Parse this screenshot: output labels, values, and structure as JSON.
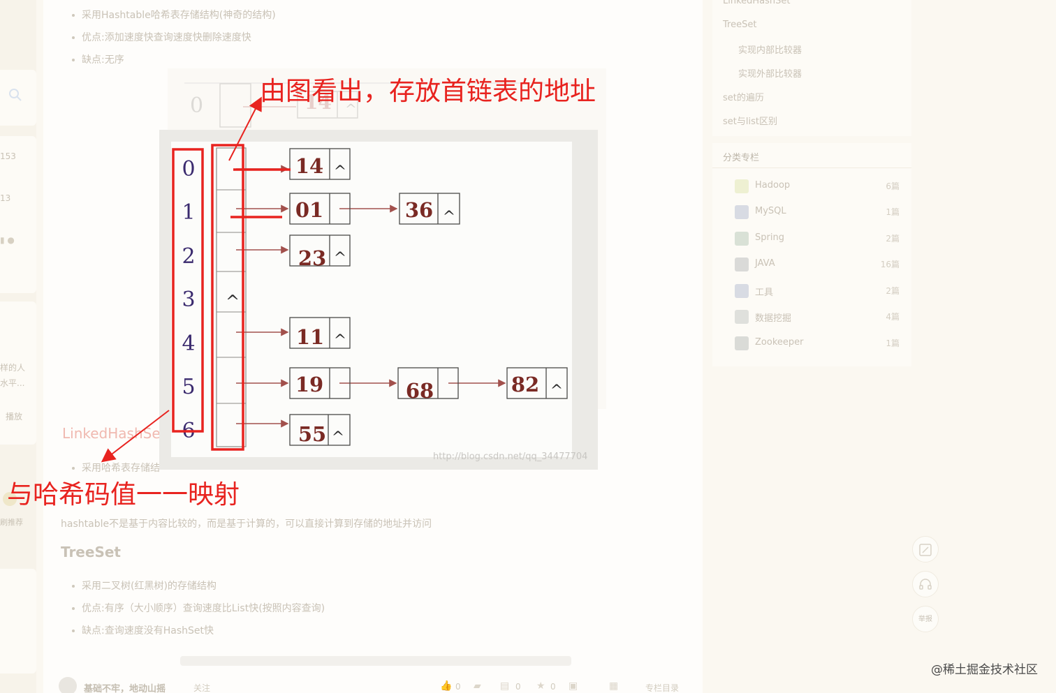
{
  "article": {
    "hashset_bullets": [
      "采用Hashtable哈希表存储结构(神奇的结构)",
      "优点:添加速度快查询速度快删除速度快",
      "缺点:无序"
    ],
    "linkedhashset_heading": "LinkedHashSe",
    "linkedhashset_bullet_fragment": "采用哈希表存储结",
    "note": "hashtable不是基于内容比较的，而是基于计算的，可以直接计算到存储的地址并访问",
    "treeset_heading": "TreeSet",
    "treeset_bullets": [
      "采用二叉树(红黑树)的存储结构",
      "优点:有序（大小顺序）查询速度比List快(按照内容查询)",
      "缺点:查询速度没有HashSet快"
    ]
  },
  "left_rail": {
    "text_a": "153",
    "text_b": "13",
    "text_c": "样的人",
    "text_d": "水平...",
    "text_e": "播放",
    "text_f": "刷推荐"
  },
  "sidebar": {
    "toc": [
      "LinkedHashSet",
      "TreeSet",
      "实现内部比较器",
      "实现外部比较器",
      "set的遍历",
      "set与list区别"
    ],
    "category_title": "分类专栏",
    "categories": [
      {
        "name": "Hadoop",
        "count": "6篇"
      },
      {
        "name": "MySQL",
        "count": "1篇"
      },
      {
        "name": "Spring",
        "count": "2篇"
      },
      {
        "name": "JAVA",
        "count": "16篇"
      },
      {
        "name": "工具",
        "count": "2篇"
      },
      {
        "name": "数据挖掘",
        "count": "4篇"
      },
      {
        "name": "Zookeeper",
        "count": "1篇"
      }
    ],
    "float_label": "举报"
  },
  "bottom_bar": {
    "author": "基础不牢，地动山摇",
    "follow": "关注",
    "like_count": "0",
    "comment_count": "0",
    "collect_count": "0",
    "toc_label": "专栏目录"
  },
  "diagram": {
    "indices": [
      "0",
      "1",
      "2",
      "3",
      "4",
      "5",
      "6"
    ],
    "null_symbol": "^",
    "back_index": "0",
    "back_node": "14",
    "nodes": [
      "14",
      "01",
      "36",
      "23",
      "11",
      "19",
      "68",
      "82",
      "55"
    ],
    "image_watermark": "http://blog.csdn.net/qq_34477704"
  },
  "annotations": {
    "top": "由图看出，存放首链表的地址",
    "bottom": "与哈希码值一一映射"
  },
  "site_watermark": "@稀土掘金技术社区"
}
